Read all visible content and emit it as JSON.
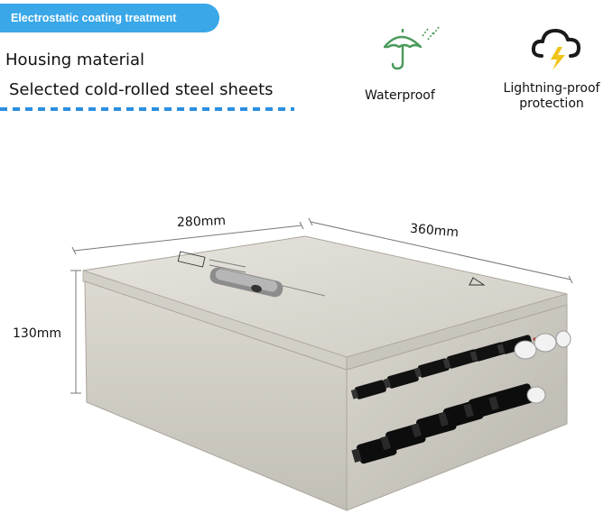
{
  "header": {
    "badge": "Electrostatic coating treatment",
    "housing_title": "Housing material",
    "housing_value": "Selected cold-rolled steel sheets"
  },
  "features": [
    {
      "icon": "umbrella-rain-icon",
      "label": "Waterproof"
    },
    {
      "icon": "lightning-cloud-icon",
      "label": "Lightning-proof protection",
      "line1": "Lightning-proof",
      "line2": "protection"
    }
  ],
  "dimensions": {
    "width": "280mm",
    "length": "360mm",
    "height": "130mm"
  },
  "colors": {
    "badge": "#3aa8e8",
    "dashes": "#2b8fe0",
    "icon_green": "#4a9a5a",
    "icon_yellow": "#f0c419",
    "box_body": "#d8d6cf"
  }
}
